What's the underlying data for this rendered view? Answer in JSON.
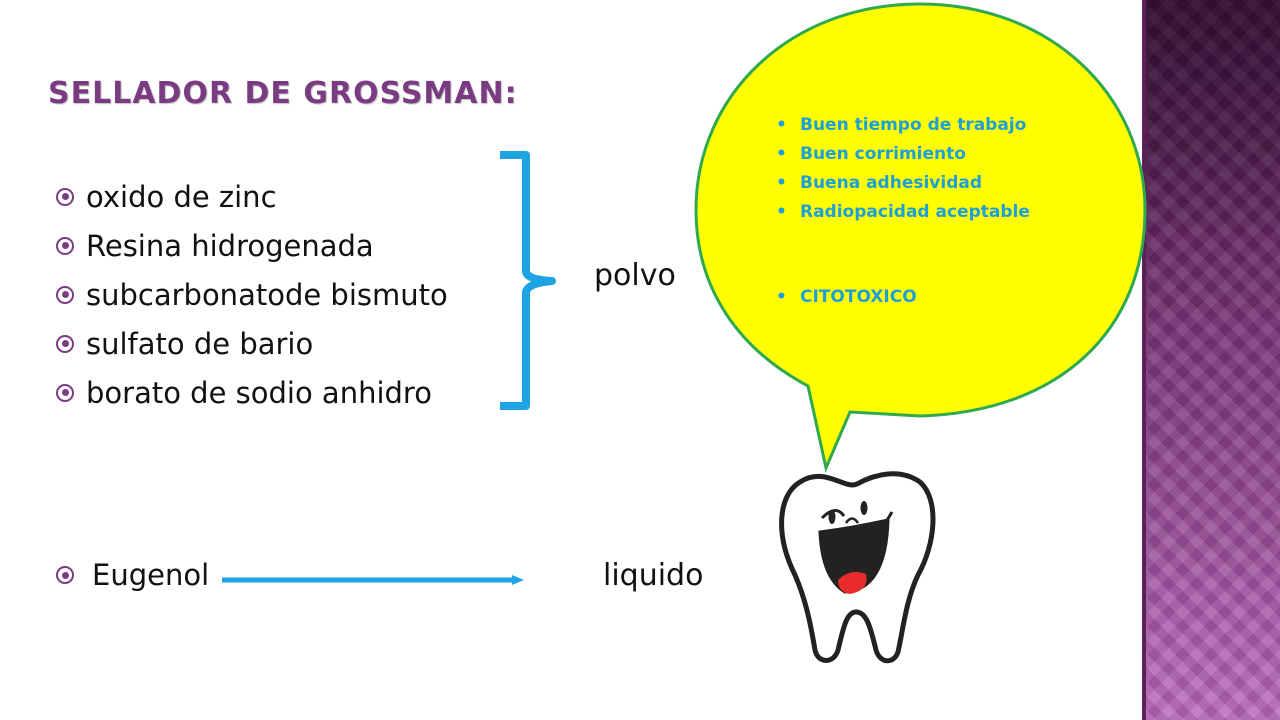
{
  "slide": {
    "title": "SELLADOR DE GROSSMAN:",
    "powder_items": [
      "oxido de zinc",
      "Resina hidrogenada",
      "subcarbonatode bismuto",
      "sulfato de bario",
      "borato de sodio anhidro"
    ],
    "powder_label": "polvo",
    "liquid_item": "Eugenol",
    "liquid_label": "liquido"
  },
  "speech_bubble": {
    "points": [
      "Buen tiempo de trabajo",
      "Buen corrimiento",
      "Buena adhesividad",
      "Radiopacidad aceptable"
    ],
    "warning": "CITOTOXICO"
  },
  "icons": {
    "list_bullet": "circled-dot-icon",
    "tooth": "smiling-tooth-icon"
  },
  "colors": {
    "title": "#7b3b82",
    "bracket": "#1ea4e4",
    "arrow": "#1ea4e4",
    "bubble_fill": "#ffff00",
    "bubble_border": "#2fa84f",
    "bubble_text": "#1f9fd8",
    "side_band": "#7a2c78"
  }
}
